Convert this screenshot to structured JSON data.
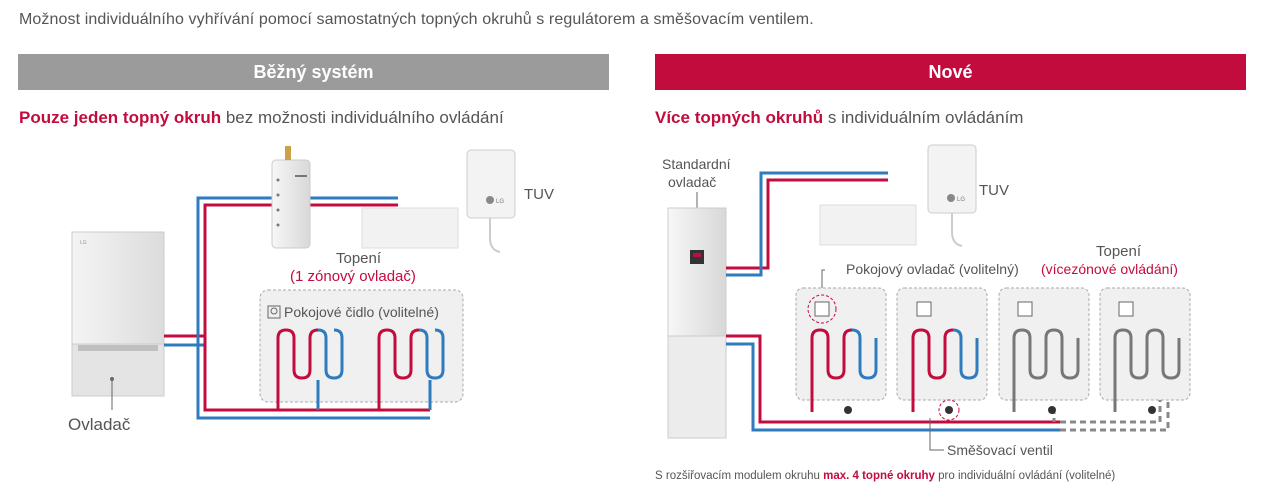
{
  "intro": "Možnost individuálního vyhřívání pomocí samostatných topných okruhů s regulátorem a směšovacím ventilem.",
  "left": {
    "header": "Běžný systém",
    "subtitle_bold": "Pouze jeden topný okruh",
    "subtitle_rest": " bez možnosti individuálního ovládání",
    "labels": {
      "tuv": "TUV",
      "topeni": "Topení",
      "zone_controller": "(1 zónový ovladač)",
      "room_sensor": "Pokojové čidlo (volitelné)",
      "controller": "Ovladač"
    }
  },
  "right": {
    "header": "Nové",
    "subtitle_bold": "Více topných okruhů",
    "subtitle_rest": " s individuálním ovládáním",
    "labels": {
      "standard_line1": "Standardní",
      "standard_line2": "ovladač",
      "tuv": "TUV",
      "topeni": "Topení",
      "room_controller": "Pokojový ovladač (volitelný)",
      "multi_zone": "(vícezónové ovládání)",
      "mixing_valve": "Směšovací ventil"
    },
    "footnote_pre": "S rozšiřovacím modulem okruhu ",
    "footnote_bold": "max. 4 topné okruhy",
    "footnote_post": " pro individuální ovládání (volitelné)"
  },
  "colors": {
    "accent": "#c30c3e",
    "pipe_blue": "#2f7bbd",
    "pipe_red": "#c30c3e",
    "grey_bar": "#9b9b9b"
  },
  "icons": [
    "room-sensor-icon",
    "room-controller-icon",
    "lg-logo-icon",
    "mixing-valve-icon"
  ]
}
